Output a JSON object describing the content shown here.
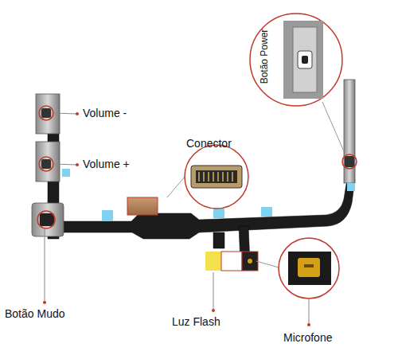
{
  "diagram": {
    "labels": [
      "Volume -",
      "Volume +",
      "Conector",
      "Botão Power",
      "Botão Mudo",
      "Luz Flash",
      "Microfone"
    ]
  }
}
